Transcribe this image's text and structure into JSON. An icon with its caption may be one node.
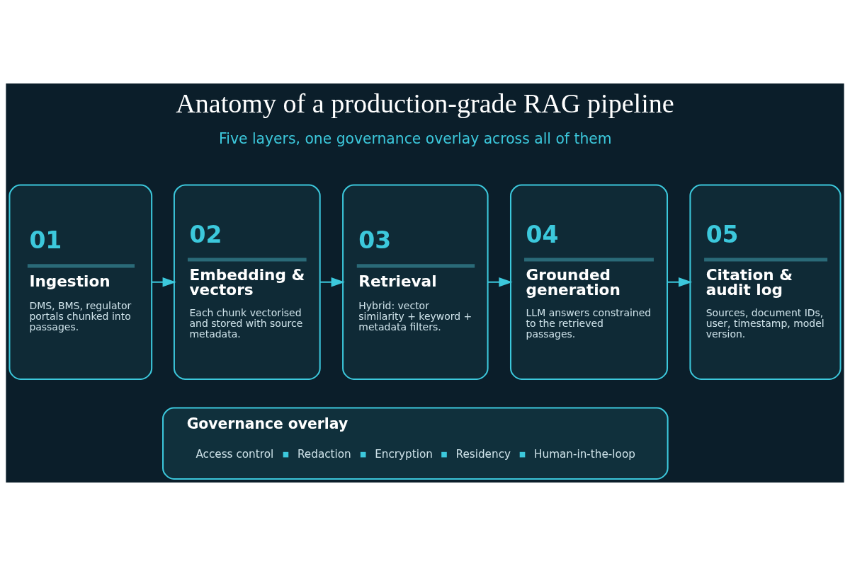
{
  "diagram": {
    "title": "Anatomy of a production-grade RAG pipeline",
    "nodes": [
      {
        "text": [
          "01",
          "Ingestion",
          "DMS, BMS, regulator portals chunked into passages."
        ]
      },
      {
        "text": [
          "02",
          "Embedding & vectors",
          "Each chunk vectorised and stored with source metadata."
        ]
      },
      {
        "text": [
          "03",
          "Retrieval",
          "Hybrid: vector similarity + keyword + metadata filters."
        ]
      },
      {
        "text": [
          "04",
          "Grounded generation",
          "LLM answers constrained to the retrieved passages."
        ]
      },
      {
        "text": [
          "05",
          "Citation & audit log",
          "Sources, document IDs, user, timestamp, model version."
        ]
      },
      {
        "text": [
          "Governance overlay",
          "Access control",
          "Redaction",
          "Encryption",
          "Residency",
          "Human-in-the-loop"
        ]
      }
    ],
    "edges": [
      {
        "from": 0,
        "to": 1,
        "arrow": "to"
      },
      {
        "from": 1,
        "to": 2,
        "arrow": "to"
      },
      {
        "from": 2,
        "to": 3,
        "arrow": "to"
      },
      {
        "from": 3,
        "to": 4,
        "arrow": "to"
      }
    ],
    "labels": [
      "Five layers, one governance overlay across all of them"
    ]
  }
}
